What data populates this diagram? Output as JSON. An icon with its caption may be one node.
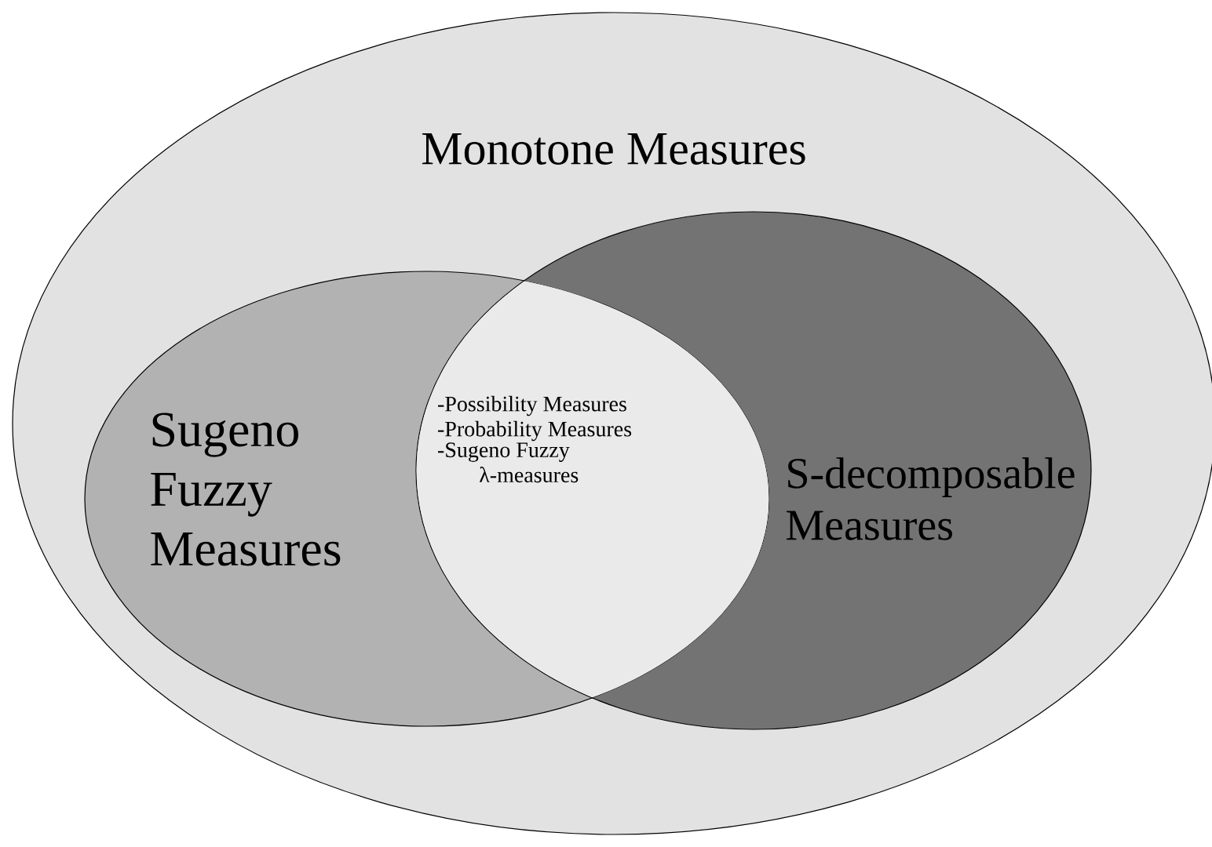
{
  "diagram": {
    "nodes": [
      {
        "text": [
          "Monotone Measures"
        ]
      },
      {
        "text": [
          "Sugeno Fuzzy Measures"
        ],
        "in": 0
      },
      {
        "text": [
          "S-decomposable Measures"
        ],
        "in": 0
      },
      {
        "text": [
          "-Possibility Measures",
          "-Probability Measures",
          "-Sugeno Fuzzy λ-measures"
        ]
      }
    ]
  }
}
